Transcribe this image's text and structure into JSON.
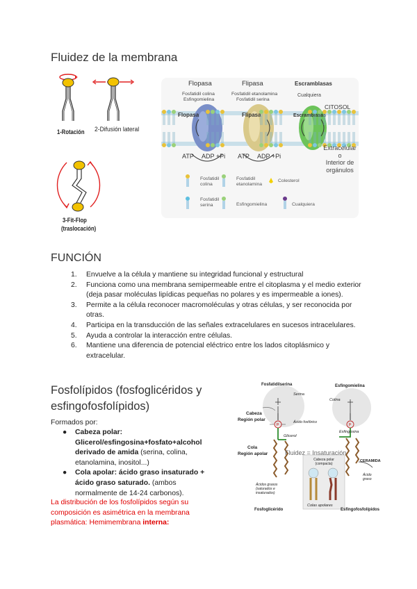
{
  "section1": {
    "title": "Fluidez de la membrana",
    "movements": {
      "rotation": "1-Rotación",
      "lateral": "2-Difusión lateral",
      "flipflop_1": "3-Fit-Flop",
      "flipflop_2": "(traslocación)"
    },
    "diagram": {
      "flopasa": "Flopasa",
      "flipasa": "Flipasa",
      "escramblasas": "Escramblasas",
      "flopasa_sub1": "Fosfatidil colina",
      "flopasa_sub2": "Esfingomielina",
      "flipasa_sub1": "Fosfatidil etanolamina",
      "flipasa_sub2": "Fosfatidil serina",
      "escr_sub": "Cualquiera",
      "citosol": "CITOSOL",
      "atp1": "ATP",
      "adp1": "ADP +Pi",
      "atp2": "ATP",
      "adp2": "ADP +Pi",
      "extra1": "Extracelular",
      "extra2": "o",
      "extra3": "Interior de",
      "extra4": "orgánulos",
      "legend": {
        "pc1": "Fosfatidil",
        "pc2": "colina",
        "pe1": "Fosfatidil",
        "pe2": "etanolamina",
        "col": "Colesterol",
        "ps1": "Fosfatidil",
        "ps2": "serina",
        "esf": "Esfingomielina",
        "cual": "Cualquiera"
      }
    }
  },
  "section2": {
    "title": "FUNCIÓN",
    "items": [
      {
        "num": "1.",
        "text": "Envuelve a la célula y mantiene su integridad funcional y estructural"
      },
      {
        "num": "2.",
        "text": "Funciona como una membrana semipermeable entre el citoplasma y el medio exterior (deja pasar moléculas lipídicas pequeñas no polares y es impermeable a iones)."
      },
      {
        "num": "3.",
        "text": "Permite a la célula reconocer macromoléculas y otras células, y ser reconocida por otras."
      },
      {
        "num": "4.",
        "text": "Participa en la transducción de las señales extracelulares en sucesos intracelulares."
      },
      {
        "num": "5.",
        "text": " Ayuda a controlar la interacción entre células."
      },
      {
        "num": "6.",
        "text": "Mantiene una diferencia de potencial eléctrico entre los lados citoplásmico y extracelular."
      }
    ]
  },
  "section3": {
    "title_1": "Fosfolípidos (fosfoglicéridos y",
    "title_2": "esfingofosfolípidos)",
    "formed_by": "Formados por:",
    "b1_label": "Cabeza polar:",
    "b1_bold": "Glicerol/esfingosina+fosfato+alcohol derivado de amida",
    "b1_rest": " (serina, colina, etanolamina, inositol...)",
    "b2_label": "Cola apolar:",
    "b2_bold": " ácido graso insaturado + ácido graso saturado.",
    "b2_rest": " (ambos normalmente de 14-24 carbonos).",
    "red_text": "La distribución de los fosfolípidos según su composición es asimétrica en la membrana plasmática: Hemimembrana ",
    "red_bold": "interna:",
    "figure": {
      "fosfatidilserina": "Fosfatidilserina",
      "esfingomielina": "Esfingomielina",
      "serina": "Serina",
      "colina": "Colina",
      "cabeza": "Cabeza",
      "region_polar": "Región polar",
      "acido_fosforico": "Ácido fosfórico",
      "glicerol": "Glicerol",
      "esfingosina": "Esfingosina",
      "cola": "Cola",
      "region_apolar": "Región apolar",
      "fluidez": "Fluidez = Insaturación",
      "cabeza_polar_c1": "Cabeza polar",
      "cabeza_polar_c2": "(compacta)",
      "acidos_grasos_1": "Ácidos grasos",
      "acidos_grasos_2": "(saturados e",
      "acidos_grasos_3": "insaturados)",
      "acido_graso_1": "Ácido",
      "acido_graso_2": "graso",
      "ceramida": "CERAMIDA",
      "colas_apolares": "Colas apolares",
      "fosfoglicerido": "Fosfoglicérido",
      "esfingofosfolipidos": "Esfingofosfolípidos"
    }
  },
  "colors": {
    "yellow_head": "#f2c200",
    "red_arrow": "#e02020",
    "flopasa": "#7a8fc8",
    "flipasa": "#d9c98a",
    "escramblasa": "#6cc35a",
    "red_text": "#e00000"
  }
}
